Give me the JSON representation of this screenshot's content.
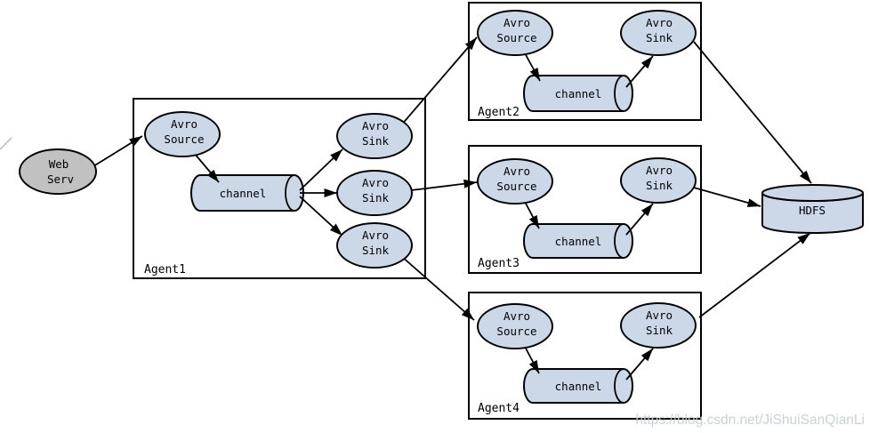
{
  "colors": {
    "node_fill": "#ccd8e8",
    "web_fill": "#c1c1c1",
    "stroke": "#000000",
    "watermark": "#c6cbd1"
  },
  "labels": {
    "avro": "Avro",
    "source": "Source",
    "sink": "Sink",
    "channel": "channel",
    "web": "Web",
    "serv": "Serv",
    "hdfs": "HDFS"
  },
  "agents": {
    "a1": "Agent1",
    "a2": "Agent2",
    "a3": "Agent3",
    "a4": "Agent4"
  },
  "watermark": "https://blog.csdn.net/JiShuiSanQianLi"
}
